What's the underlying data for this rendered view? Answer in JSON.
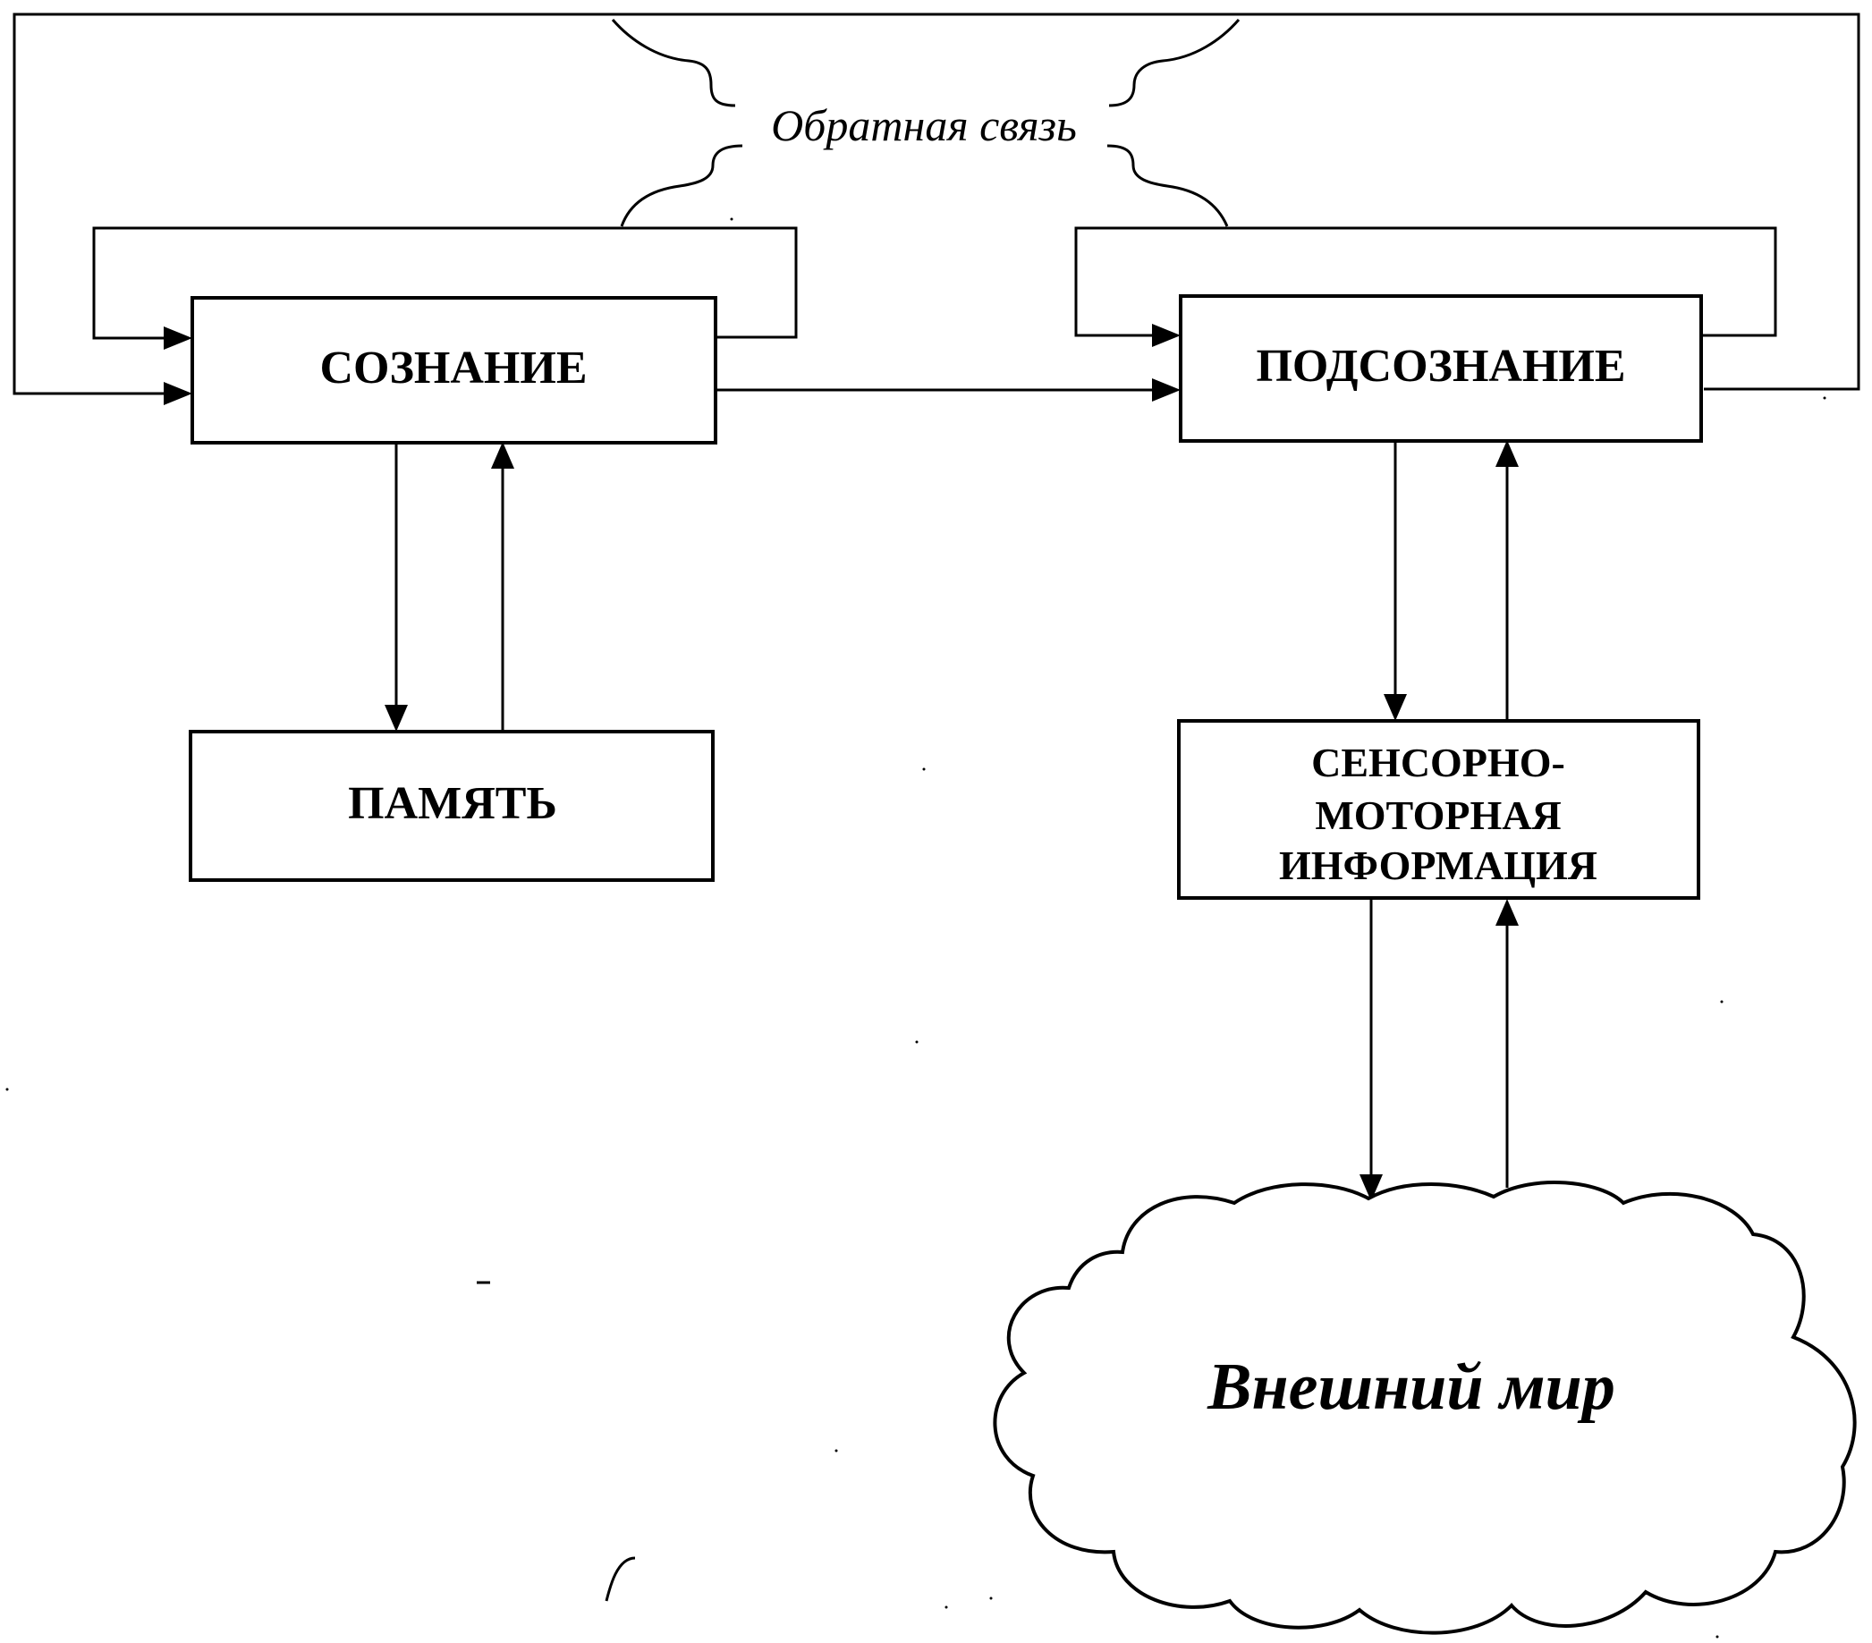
{
  "feedback": {
    "label": "Обратная связь"
  },
  "nodes": {
    "consciousness": "СОЗНАНИЕ",
    "subconscious": "ПОДСОЗНАНИЕ",
    "memory": "ПАМЯТЬ",
    "sensorimotor": {
      "line1": "СЕНСОРНО-",
      "line2": "МОТОРНАЯ",
      "line3": "ИНФОРМАЦИЯ"
    },
    "external_world": "Внешний мир"
  },
  "edges": [
    {
      "from": "consciousness",
      "to": "consciousness",
      "kind": "self-loop"
    },
    {
      "from": "subconscious",
      "to": "subconscious",
      "kind": "self-loop"
    },
    {
      "from": "subconscious",
      "to": "consciousness",
      "kind": "feedback"
    },
    {
      "from": "consciousness",
      "to": "subconscious"
    },
    {
      "from": "consciousness",
      "to": "memory"
    },
    {
      "from": "memory",
      "to": "consciousness"
    },
    {
      "from": "subconscious",
      "to": "sensorimotor"
    },
    {
      "from": "sensorimotor",
      "to": "subconscious"
    },
    {
      "from": "sensorimotor",
      "to": "external_world"
    },
    {
      "from": "external_world",
      "to": "sensorimotor"
    }
  ],
  "colors": {
    "line": "#000000",
    "background": "#ffffff"
  }
}
